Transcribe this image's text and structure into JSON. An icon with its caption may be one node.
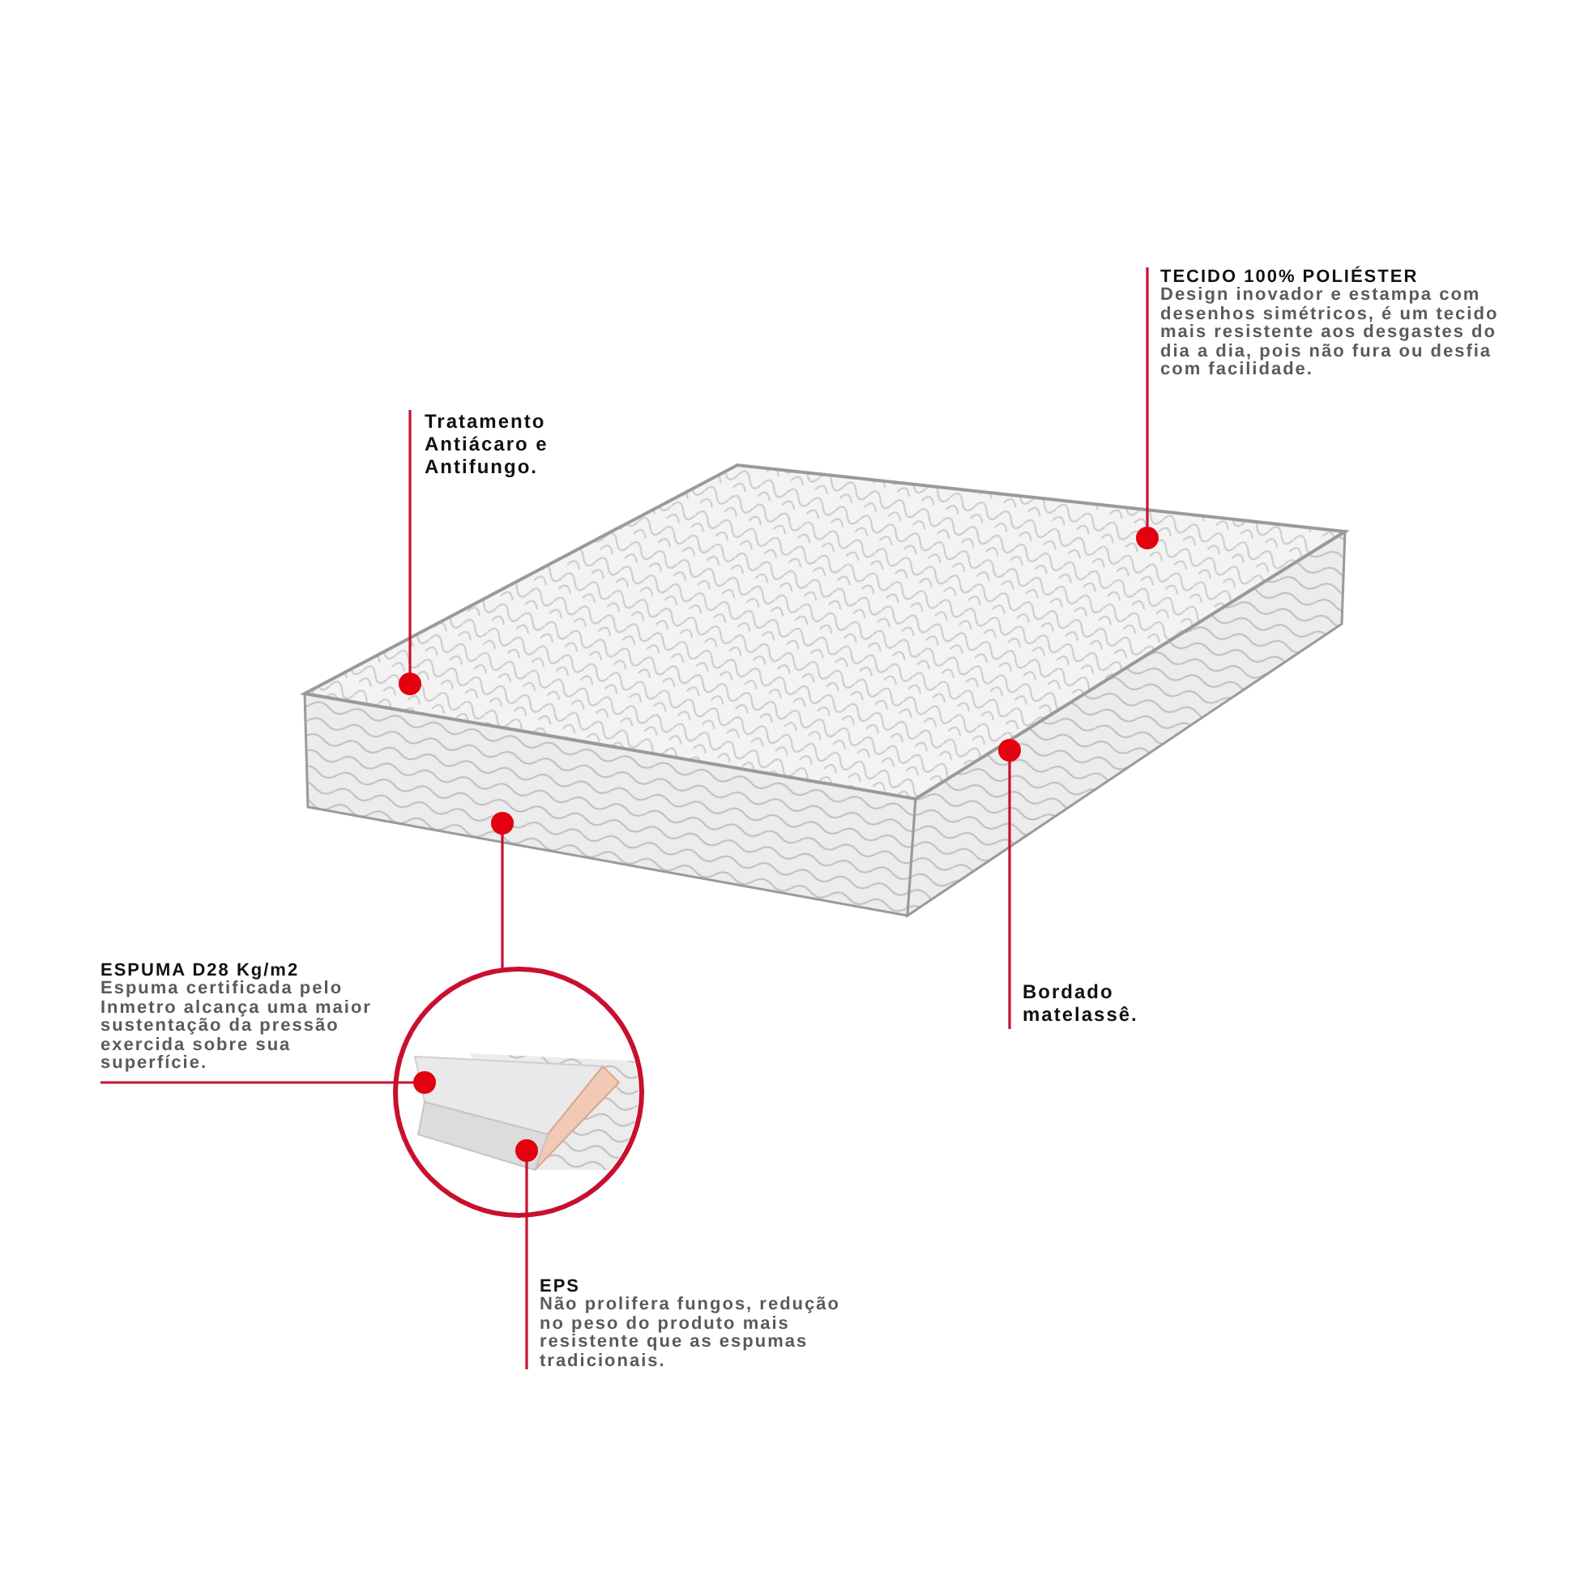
{
  "diagram": {
    "nodes": [
      {
        "text": [
          "TECIDO 100% POLIÉSTER",
          "Design inovador e estampa com desenhos simétricos, é um tecido mais resistente aos desgastes do dia a dia, pois não fura ou desfia com facilidade."
        ]
      },
      {
        "text": [
          "Tratamento Antiácaro e Antifungo."
        ]
      },
      {
        "text": [
          "ESPUMA D28 Kg/m2",
          "Espuma certificada pelo Inmetro alcança uma maior  sustentação da pressão exercida sobre sua superfície."
        ]
      },
      {
        "text": [
          "Bordado matelassê."
        ]
      },
      {
        "text": [],
        "shape": "picture"
      },
      {
        "text": [
          "EPS",
          "Não prolifera fungos, redução no peso do produto mais resistente que as espumas tradicionais."
        ]
      }
    ],
    "edges": [
      {
        "from": 0,
        "to": null,
        "arrow": "other"
      },
      {
        "from": 1,
        "to": null,
        "arrow": "other"
      },
      {
        "from": 2,
        "to": 4,
        "arrow": "other"
      },
      {
        "from": 3,
        "to": null,
        "arrow": "other"
      },
      {
        "from": null,
        "to": 4,
        "arrow": "other"
      },
      {
        "from": 5,
        "to": 4,
        "arrow": "other"
      }
    ]
  }
}
